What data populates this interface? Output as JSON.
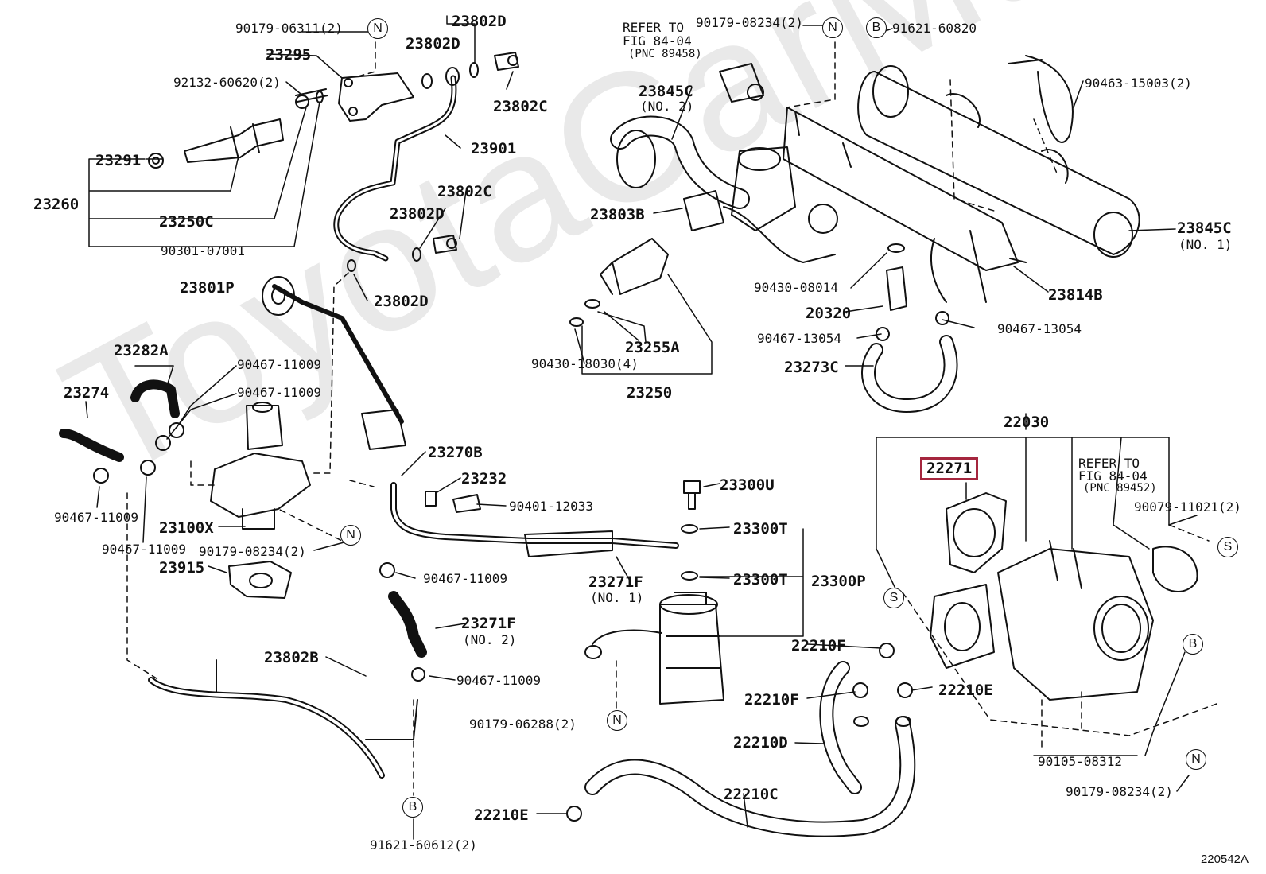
{
  "watermark": "ToyotaCarMaster.ru",
  "diagram_code": "220542A",
  "highlighted_part": "22271",
  "labels": [
    {
      "id": "l01",
      "text": "90179-06311(2)",
      "cls": ""
    },
    {
      "id": "l02",
      "text": "23295",
      "cls": "big"
    },
    {
      "id": "l03",
      "text": "23802D",
      "cls": "big"
    },
    {
      "id": "l04",
      "text": "23802D",
      "cls": "big"
    },
    {
      "id": "l05",
      "text": "92132-60620(2)",
      "cls": ""
    },
    {
      "id": "l06",
      "text": "23802C",
      "cls": "big"
    },
    {
      "id": "l07",
      "text": "23291",
      "cls": "big"
    },
    {
      "id": "l08",
      "text": "23901",
      "cls": "big"
    },
    {
      "id": "l09",
      "text": "23260",
      "cls": "big"
    },
    {
      "id": "l10",
      "text": "23802C",
      "cls": "big"
    },
    {
      "id": "l11",
      "text": "23250C",
      "cls": "big"
    },
    {
      "id": "l12",
      "text": "23802D",
      "cls": "big"
    },
    {
      "id": "l13",
      "text": "90301-07001",
      "cls": ""
    },
    {
      "id": "l14",
      "text": "23801P",
      "cls": "big"
    },
    {
      "id": "l15",
      "text": "23802D",
      "cls": "big"
    },
    {
      "id": "l16",
      "text": "23282A",
      "cls": "big"
    },
    {
      "id": "l17",
      "text": "90467-11009",
      "cls": ""
    },
    {
      "id": "l18",
      "text": "23274",
      "cls": "big"
    },
    {
      "id": "l19",
      "text": "90467-11009",
      "cls": ""
    },
    {
      "id": "l20",
      "text": "90467-11009",
      "cls": ""
    },
    {
      "id": "l21",
      "text": "90467-11009",
      "cls": ""
    },
    {
      "id": "l22",
      "text": "23100X",
      "cls": "big"
    },
    {
      "id": "l23",
      "text": "90179-08234(2)",
      "cls": ""
    },
    {
      "id": "l24",
      "text": "23915",
      "cls": "big"
    },
    {
      "id": "l25",
      "text": "23270B",
      "cls": "big"
    },
    {
      "id": "l26",
      "text": "23232",
      "cls": "big"
    },
    {
      "id": "l27",
      "text": "90401-12033",
      "cls": ""
    },
    {
      "id": "l28",
      "text": "90467-11009",
      "cls": ""
    },
    {
      "id": "l29",
      "text": "23271F",
      "cls": "big"
    },
    {
      "id": "l30",
      "text": "(NO. 2)",
      "cls": ""
    },
    {
      "id": "l31",
      "text": "90467-11009",
      "cls": ""
    },
    {
      "id": "l32",
      "text": "23802B",
      "cls": "big"
    },
    {
      "id": "l33",
      "text": "91621-60612(2)",
      "cls": ""
    },
    {
      "id": "l34",
      "text": "REFER TO",
      "cls": ""
    },
    {
      "id": "l35",
      "text": "FIG 84-04",
      "cls": ""
    },
    {
      "id": "l36",
      "text": "(PNC 89458)",
      "cls": "small"
    },
    {
      "id": "l37",
      "text": "90179-08234(2)",
      "cls": ""
    },
    {
      "id": "l38",
      "text": "91621-60820",
      "cls": ""
    },
    {
      "id": "l39",
      "text": "23845C",
      "cls": "big"
    },
    {
      "id": "l40",
      "text": "(NO. 2)",
      "cls": ""
    },
    {
      "id": "l41",
      "text": "90463-15003(2)",
      "cls": ""
    },
    {
      "id": "l42",
      "text": "23803B",
      "cls": "big"
    },
    {
      "id": "l43",
      "text": "23845C",
      "cls": "big"
    },
    {
      "id": "l44",
      "text": "(NO. 1)",
      "cls": ""
    },
    {
      "id": "l45",
      "text": "90430-08014",
      "cls": ""
    },
    {
      "id": "l46",
      "text": "23814B",
      "cls": "big"
    },
    {
      "id": "l47",
      "text": "20320",
      "cls": "big"
    },
    {
      "id": "l48",
      "text": "90467-13054",
      "cls": ""
    },
    {
      "id": "l49",
      "text": "90467-13054",
      "cls": ""
    },
    {
      "id": "l50",
      "text": "23255A",
      "cls": "big"
    },
    {
      "id": "l51",
      "text": "90430-18030(4)",
      "cls": ""
    },
    {
      "id": "l52",
      "text": "23273C",
      "cls": "big"
    },
    {
      "id": "l53",
      "text": "23250",
      "cls": "big"
    },
    {
      "id": "l54",
      "text": "22030",
      "cls": "big"
    },
    {
      "id": "l55",
      "text": "REFER TO",
      "cls": ""
    },
    {
      "id": "l56",
      "text": "FIG 84-04",
      "cls": ""
    },
    {
      "id": "l57",
      "text": "(PNC 89452)",
      "cls": "small"
    },
    {
      "id": "l58",
      "text": "90079-11021(2)",
      "cls": ""
    },
    {
      "id": "l59",
      "text": "23300U",
      "cls": "big"
    },
    {
      "id": "l60",
      "text": "23300T",
      "cls": "big"
    },
    {
      "id": "l61",
      "text": "23300T",
      "cls": "big"
    },
    {
      "id": "l62",
      "text": "23300P",
      "cls": "big"
    },
    {
      "id": "l63",
      "text": "23271F",
      "cls": "big"
    },
    {
      "id": "l64",
      "text": "(NO. 1)",
      "cls": ""
    },
    {
      "id": "l65",
      "text": "22210F",
      "cls": "big"
    },
    {
      "id": "l66",
      "text": "22210F",
      "cls": "big"
    },
    {
      "id": "l67",
      "text": "22210E",
      "cls": "big"
    },
    {
      "id": "l68",
      "text": "90179-06288(2)",
      "cls": ""
    },
    {
      "id": "l69",
      "text": "22210D",
      "cls": "big"
    },
    {
      "id": "l70",
      "text": "22210C",
      "cls": "big"
    },
    {
      "id": "l71",
      "text": "22210E",
      "cls": "big"
    },
    {
      "id": "l72",
      "text": "90105-08312",
      "cls": ""
    },
    {
      "id": "l73",
      "text": "90179-08234(2)",
      "cls": ""
    }
  ],
  "callouts": [
    {
      "id": "c1",
      "letter": "N"
    },
    {
      "id": "c2",
      "letter": "N"
    },
    {
      "id": "c3",
      "letter": "B"
    },
    {
      "id": "c4",
      "letter": "N"
    },
    {
      "id": "c5",
      "letter": "N"
    },
    {
      "id": "c6",
      "letter": "B"
    },
    {
      "id": "c7",
      "letter": "S"
    },
    {
      "id": "c8",
      "letter": "S"
    },
    {
      "id": "c9",
      "letter": "B"
    },
    {
      "id": "c10",
      "letter": "N"
    }
  ]
}
